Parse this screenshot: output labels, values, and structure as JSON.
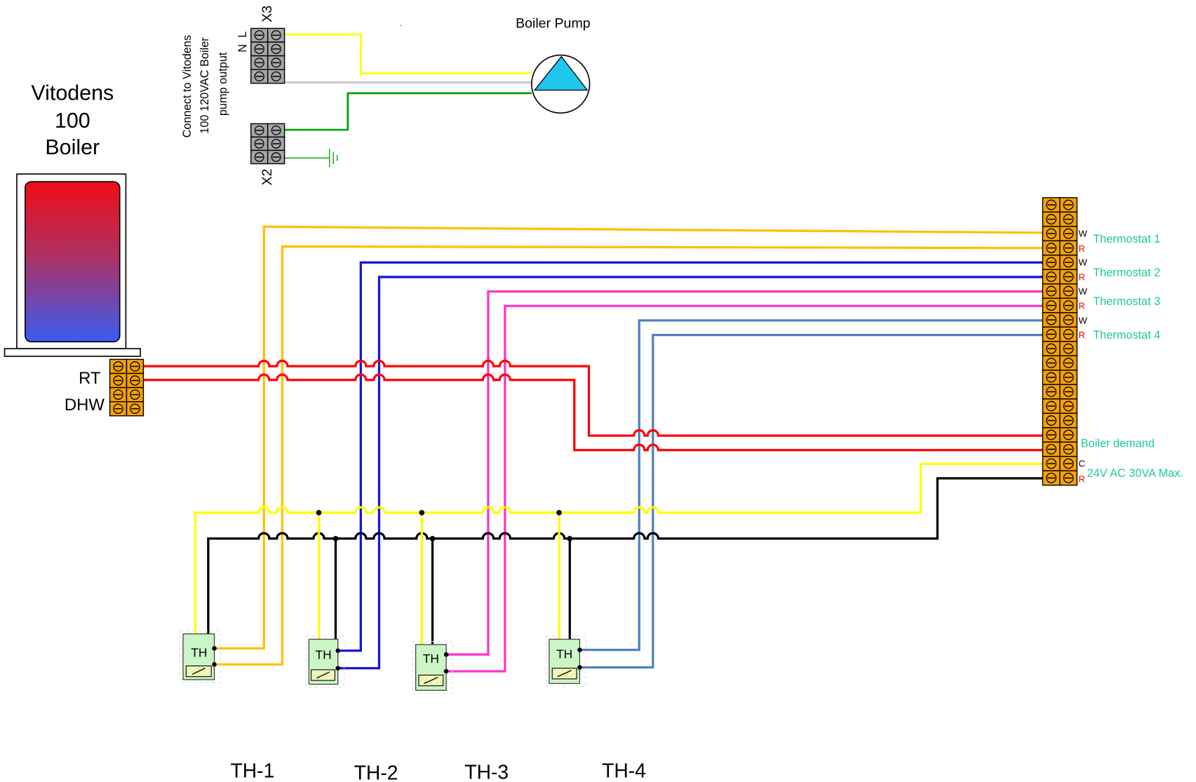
{
  "boiler": {
    "title": [
      "Vitodens",
      "100",
      "Boiler"
    ],
    "rt_label": "RT",
    "dhw_label": "DHW"
  },
  "pump_section": {
    "pump_label": "Boiler Pump",
    "connect_note": [
      "Connect to Vitodens",
      "100 120VAC Boiler",
      "pump output"
    ],
    "x3_label": "X3",
    "x2_label": "X2",
    "l_label": "L",
    "n_label": "N"
  },
  "control_strip": {
    "thermostat_inputs": [
      {
        "w": "W",
        "r": "R",
        "label": "Thermostat 1"
      },
      {
        "w": "W",
        "r": "R",
        "label": "Thermostat 2"
      },
      {
        "w": "W",
        "r": "R",
        "label": "Thermostat 3"
      },
      {
        "w": "W",
        "r": "R",
        "label": "Thermostat 4"
      }
    ],
    "boiler_demand_label": "Boiler demand",
    "power": {
      "c": "C",
      "r": "R",
      "label": "24V AC 30VA Max."
    }
  },
  "thermostats": [
    {
      "device_label": "TH",
      "caption": "TH-1"
    },
    {
      "device_label": "TH",
      "caption": "TH-2"
    },
    {
      "device_label": "TH",
      "caption": "TH-3"
    },
    {
      "device_label": "TH",
      "caption": "TH-4"
    }
  ],
  "colors": {
    "wire_red": "#ff0000",
    "wire_yellow": "#ffff00",
    "wire_black": "#000000",
    "wire_orange": "#ffc000",
    "wire_blue": "#1414d8",
    "wire_magenta": "#ff33cc",
    "wire_steel": "#4f81bd",
    "wire_green": "#00a000",
    "wire_gray": "#c8c8c8",
    "label_teal": "#1ec8a0",
    "label_red": "#ff0000",
    "terminal_orange": "#f5a100",
    "terminal_gray": "#a6a6a6",
    "thermostat_fill": "#ccf5c8",
    "pump_cyan": "#1fc7ef"
  }
}
